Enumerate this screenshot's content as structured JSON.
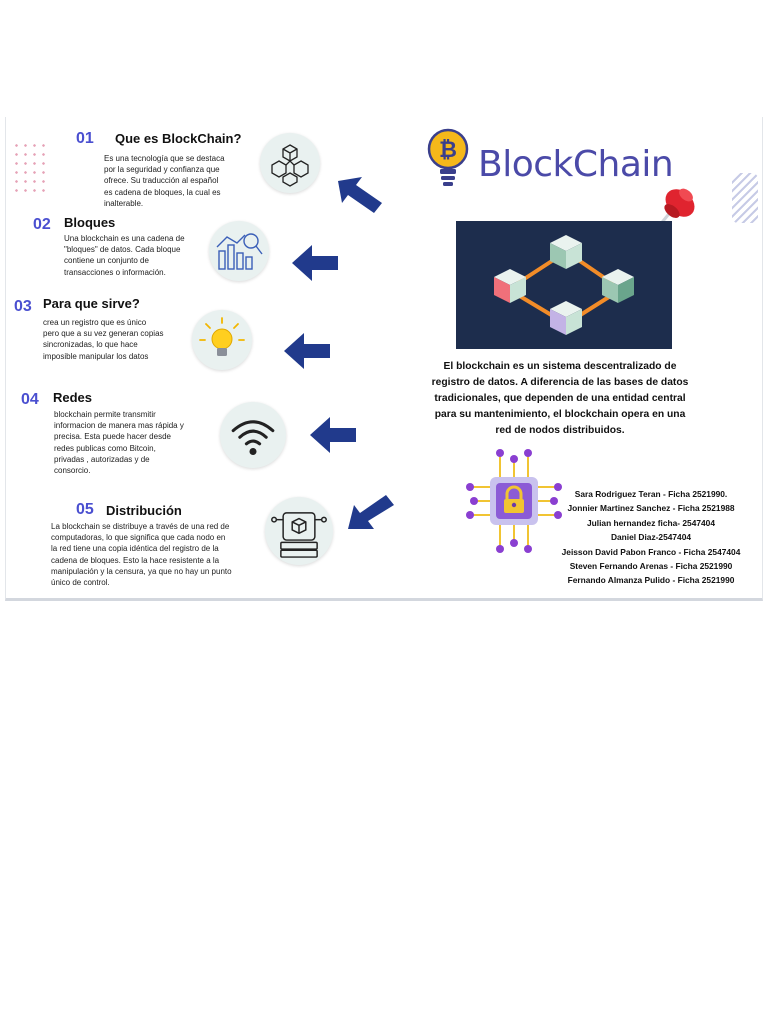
{
  "header": {
    "title": "BlockChain",
    "logo_icon": "bitcoin-lightbulb-icon",
    "pin_icon": "push-pin-icon"
  },
  "sections": [
    {
      "number": "01",
      "title": "Que es BlockChain?",
      "icon": "cube-network-icon",
      "lines": [
        "Es una tecnología que se destaca",
        "por la seguridad y confianza que",
        "ofrece. Su traducción al español",
        "es cadena de bloques, la cual es",
        "inalterable."
      ]
    },
    {
      "number": "02",
      "title": "Bloques",
      "icon": "bar-chart-magnifier-icon",
      "lines": [
        "Una blockchain es una cadena de",
        "\"bloques\" de datos. Cada bloque",
        "contiene un conjunto de",
        "transacciones o información."
      ]
    },
    {
      "number": "03",
      "title": "Para que sirve?",
      "icon": "lightbulb-icon",
      "lines": [
        "crea un registro que es único",
        "pero que a su vez generan copias",
        "sincronizadas, lo que hace",
        "imposible manipular los datos"
      ]
    },
    {
      "number": "04",
      "title": "Redes",
      "icon": "wifi-icon",
      "lines": [
        "blockchain permite transmitir",
        "informacion de manera mas rápida y",
        "precisa. Esta puede hacer desde",
        "redes publicas como Bitcoin,",
        "privadas , autorizadas y de",
        "consorcio."
      ]
    },
    {
      "number": "05",
      "title": "Distribución",
      "icon": "blockchain-server-icon",
      "lines": [
        "La blockchain se distribuye a través de una red de",
        "computadoras, lo que significa que cada nodo en",
        "la red tiene una copia idéntica del registro de la",
        "cadena de bloques. Esto la hace resistente a la",
        "manipulación y la censura, ya que no hay un punto",
        "único de control."
      ]
    }
  ],
  "description_lines": [
    "El blockchain es un sistema descentralizado de",
    "registro de datos. A diferencia de las bases de datos",
    "tradicionales, que dependen de una entidad central",
    "para su mantenimiento, el blockchain opera en una",
    "red de nodos distribuidos."
  ],
  "authors": [
    "Sara Rodriguez Teran - Ficha 2521990.",
    "Jonnier Martinez Sanchez - Ficha 2521988",
    "Julian hernandez ficha- 2547404",
    "Daniel Diaz-2547404",
    "Jeisson David Pabon Franco -  Ficha 2547404",
    "Steven Fernando Arenas - Ficha 2521990",
    "Fernando Almanza Pulido - Ficha 2521990"
  ],
  "colors": {
    "accent": "#4a4fd0",
    "brand": "#4b4aa8",
    "arrow": "#213a8c",
    "hero_bg": "#1d2d4d",
    "cube_orange": "#f28c28",
    "chip_purple": "#8a3fd1"
  },
  "illustrations": {
    "hero": "blockchain-cubes-illustration",
    "chip": "security-chip-icon"
  }
}
